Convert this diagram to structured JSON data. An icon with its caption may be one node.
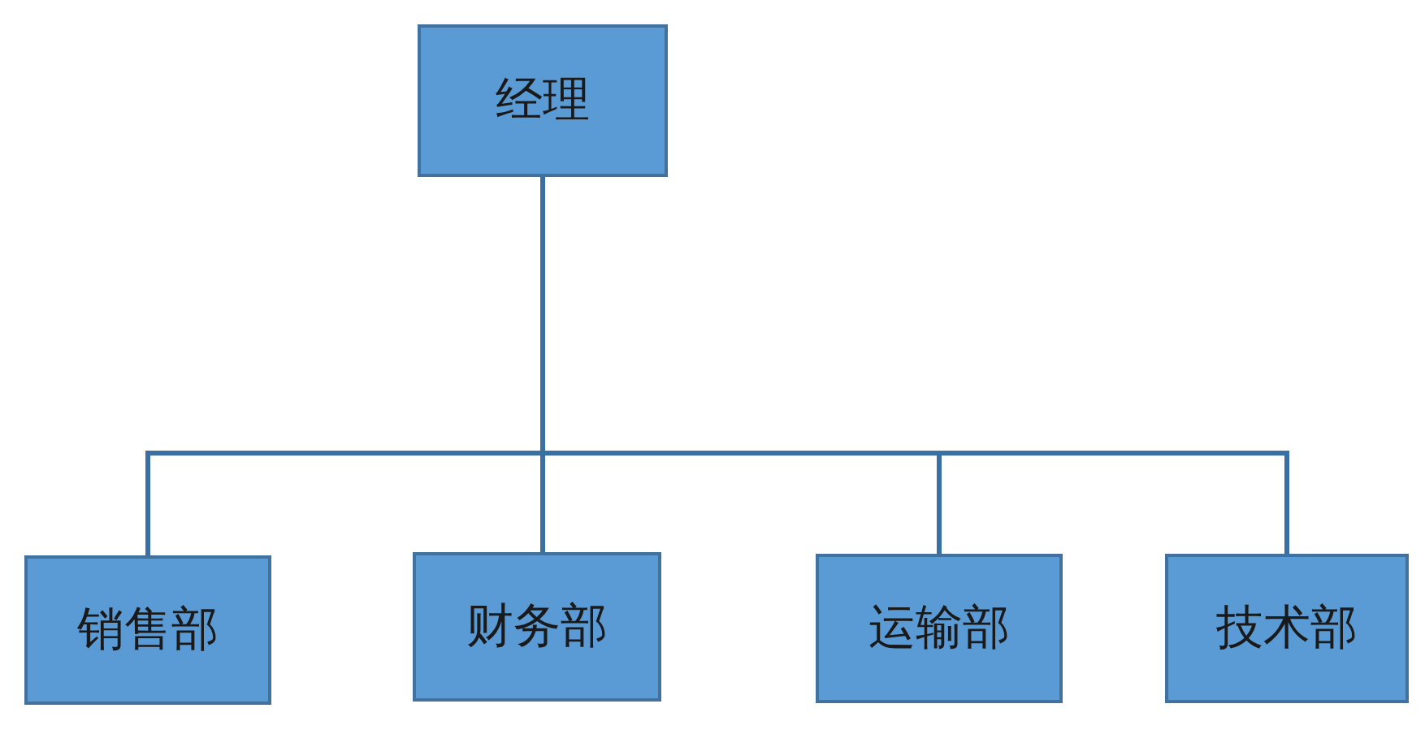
{
  "diagram": {
    "nodes": [
      {
        "text": [
          "经理"
        ]
      },
      {
        "text": [
          "销售部"
        ]
      },
      {
        "text": [
          "财务部"
        ]
      },
      {
        "text": [
          "运输部"
        ]
      },
      {
        "text": [
          "技术部"
        ]
      }
    ],
    "edges": [
      {
        "from": 0,
        "to": 1,
        "arrow": "none"
      },
      {
        "from": 0,
        "to": 2,
        "arrow": "none"
      },
      {
        "from": 0,
        "to": 3,
        "arrow": "none"
      },
      {
        "from": 0,
        "to": 4,
        "arrow": "none"
      }
    ]
  }
}
